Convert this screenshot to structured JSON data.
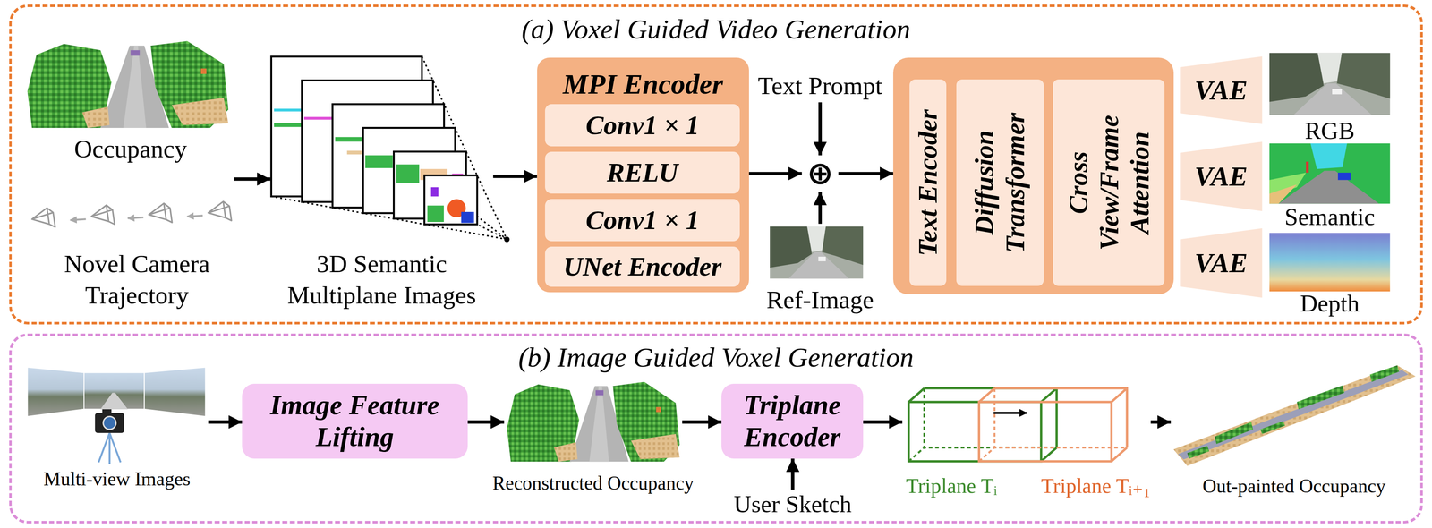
{
  "diagram": {
    "nodes": [
      {
        "text": [
          "(a) Voxel Guided Video Generation"
        ]
      },
      {
        "text": [
          "Occupancy"
        ],
        "in": 0
      },
      {
        "text": [
          "Novel Camera Trajectory"
        ],
        "in": 0
      },
      {
        "text": [
          "3D Semantic Multiplane Images"
        ],
        "in": 0
      },
      {
        "text": [
          "MPI Encoder"
        ],
        "in": 0
      },
      {
        "text": [
          "Conv1 × 1"
        ],
        "in": 4
      },
      {
        "text": [
          "RELU"
        ],
        "in": 4
      },
      {
        "text": [
          "Conv1 × 1"
        ],
        "in": 4
      },
      {
        "text": [
          "UNet Encoder"
        ],
        "in": 4
      },
      {
        "text": [
          "Text Prompt"
        ],
        "in": 0
      },
      {
        "text": [
          "⊕"
        ],
        "in": 0
      },
      {
        "text": [
          "Ref-Image"
        ],
        "in": 0
      },
      {
        "text": [],
        "in": 0
      },
      {
        "text": [
          "Text Encoder"
        ],
        "in": 12
      },
      {
        "text": [
          "Diffusion Transformer"
        ],
        "in": 12
      },
      {
        "text": [
          "Cross View/Frame Attention"
        ],
        "in": 12
      },
      {
        "text": [
          "VAE"
        ],
        "in": 0
      },
      {
        "text": [
          "VAE"
        ],
        "in": 0
      },
      {
        "text": [
          "VAE"
        ],
        "in": 0
      },
      {
        "text": [
          "RGB"
        ],
        "in": 0
      },
      {
        "text": [
          "Semantic"
        ],
        "in": 0
      },
      {
        "text": [
          "Depth"
        ],
        "in": 0
      },
      {
        "text": [
          "(b) Image Guided Voxel Generation"
        ]
      },
      {
        "text": [
          "Multi-view Images"
        ],
        "in": 22
      },
      {
        "text": [
          "Image Feature Lifting"
        ],
        "in": 22
      },
      {
        "text": [
          "Reconstructed Occupancy"
        ],
        "in": 22
      },
      {
        "text": [
          "Triplane Encoder"
        ],
        "in": 22
      },
      {
        "text": [
          "User Sketch"
        ],
        "in": 22
      },
      {
        "text": [
          "Triplane Tᵢ",
          "Triplane Tᵢ₊₁"
        ],
        "in": 22
      },
      {
        "text": [
          "Out-painted Occupancy"
        ],
        "in": 22
      }
    ],
    "edges": [
      {
        "from": 1,
        "to": 3,
        "arrow": "to"
      },
      {
        "from": 3,
        "to": 4,
        "arrow": "to"
      },
      {
        "from": 4,
        "to": 10,
        "arrow": "to"
      },
      {
        "from": 9,
        "to": 10,
        "arrow": "to"
      },
      {
        "from": 11,
        "to": 10,
        "arrow": "to"
      },
      {
        "from": 10,
        "to": 12,
        "arrow": "to"
      },
      {
        "from": 23,
        "to": 24,
        "arrow": "to"
      },
      {
        "from": 24,
        "to": 25,
        "arrow": "to"
      },
      {
        "from": 25,
        "to": 26,
        "arrow": "to"
      },
      {
        "from": 27,
        "to": 26,
        "arrow": "to"
      },
      {
        "from": 26,
        "to": 28,
        "arrow": "to"
      },
      {
        "from": 28,
        "to": 29,
        "arrow": "to"
      }
    ]
  }
}
